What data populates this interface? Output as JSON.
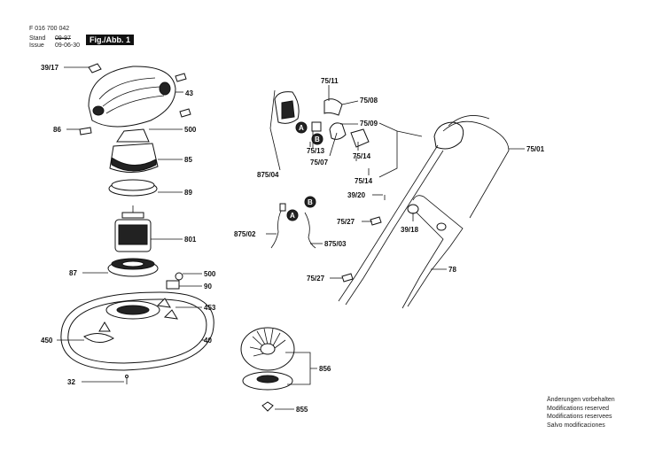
{
  "header": {
    "doc_number": "F 016 700 042",
    "stand_label": "Stand",
    "stand_value": "09-97",
    "issue_label": "Issue",
    "issue_value": "09-06-30",
    "figure_label": "Fig./Abb. 1"
  },
  "footer_notes": [
    "Änderungen vorbehalten",
    "Modifications reserved",
    "Modifications reservees",
    "Salvo modificaciones"
  ],
  "labels": {
    "p39_17": "39/17",
    "p43": "43",
    "p86": "86",
    "p500a": "500",
    "p85": "85",
    "p89": "89",
    "p801": "801",
    "p87": "87",
    "p500b": "500",
    "p90": "90",
    "p453": "453",
    "p450": "450",
    "p40": "40",
    "p32": "32",
    "p856": "856",
    "p855": "855",
    "p75_11": "75/11",
    "p75_08": "75/08",
    "p75_09": "75/09",
    "p75_13": "75/13",
    "p75_07": "75/07",
    "p75_14a": "75/14",
    "p75_14b": "75/14",
    "p875_04": "875/04",
    "p75_01": "75/01",
    "p39_20": "39/20",
    "p75_27a": "75/27",
    "p39_18": "39/18",
    "p875_02": "875/02",
    "p875_03": "875/03",
    "p75_27b": "75/27",
    "p78": "78",
    "marker_a1": "A",
    "marker_b1": "B",
    "marker_a2": "A",
    "marker_b2": "B"
  }
}
